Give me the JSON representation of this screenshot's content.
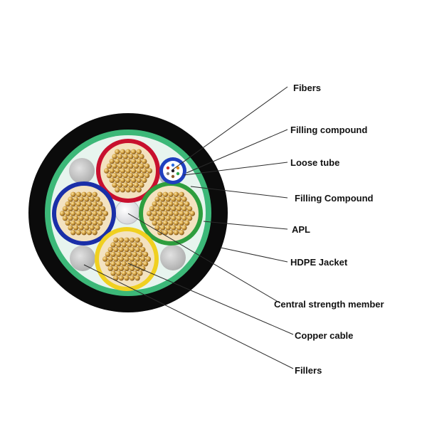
{
  "labels": {
    "fibers": "Fibers",
    "filling_compound_top": "Filling compound",
    "loose_tube": "Loose tube",
    "filling_compound": "Filling Compound",
    "apl": "APL",
    "hdpe_jacket": "HDPE Jacket",
    "central_strength_member": "Central strength member",
    "copper_cable": "Copper cable",
    "fillers": "Fillers"
  },
  "colors": {
    "jacket": "#0a0a0a",
    "apl_ring": "#3cb878",
    "core_fill": "#e6f4ef",
    "filler": "#bdbdbd",
    "central_member": "#e8e8ec",
    "red_tube": "#c8102e",
    "blue_tube": "#1a2fa8",
    "green_tube": "#2e9e3e",
    "yellow_tube": "#f0d020",
    "copper_wire": "#c89a3c",
    "loose_tube": "#1f3fbf"
  }
}
